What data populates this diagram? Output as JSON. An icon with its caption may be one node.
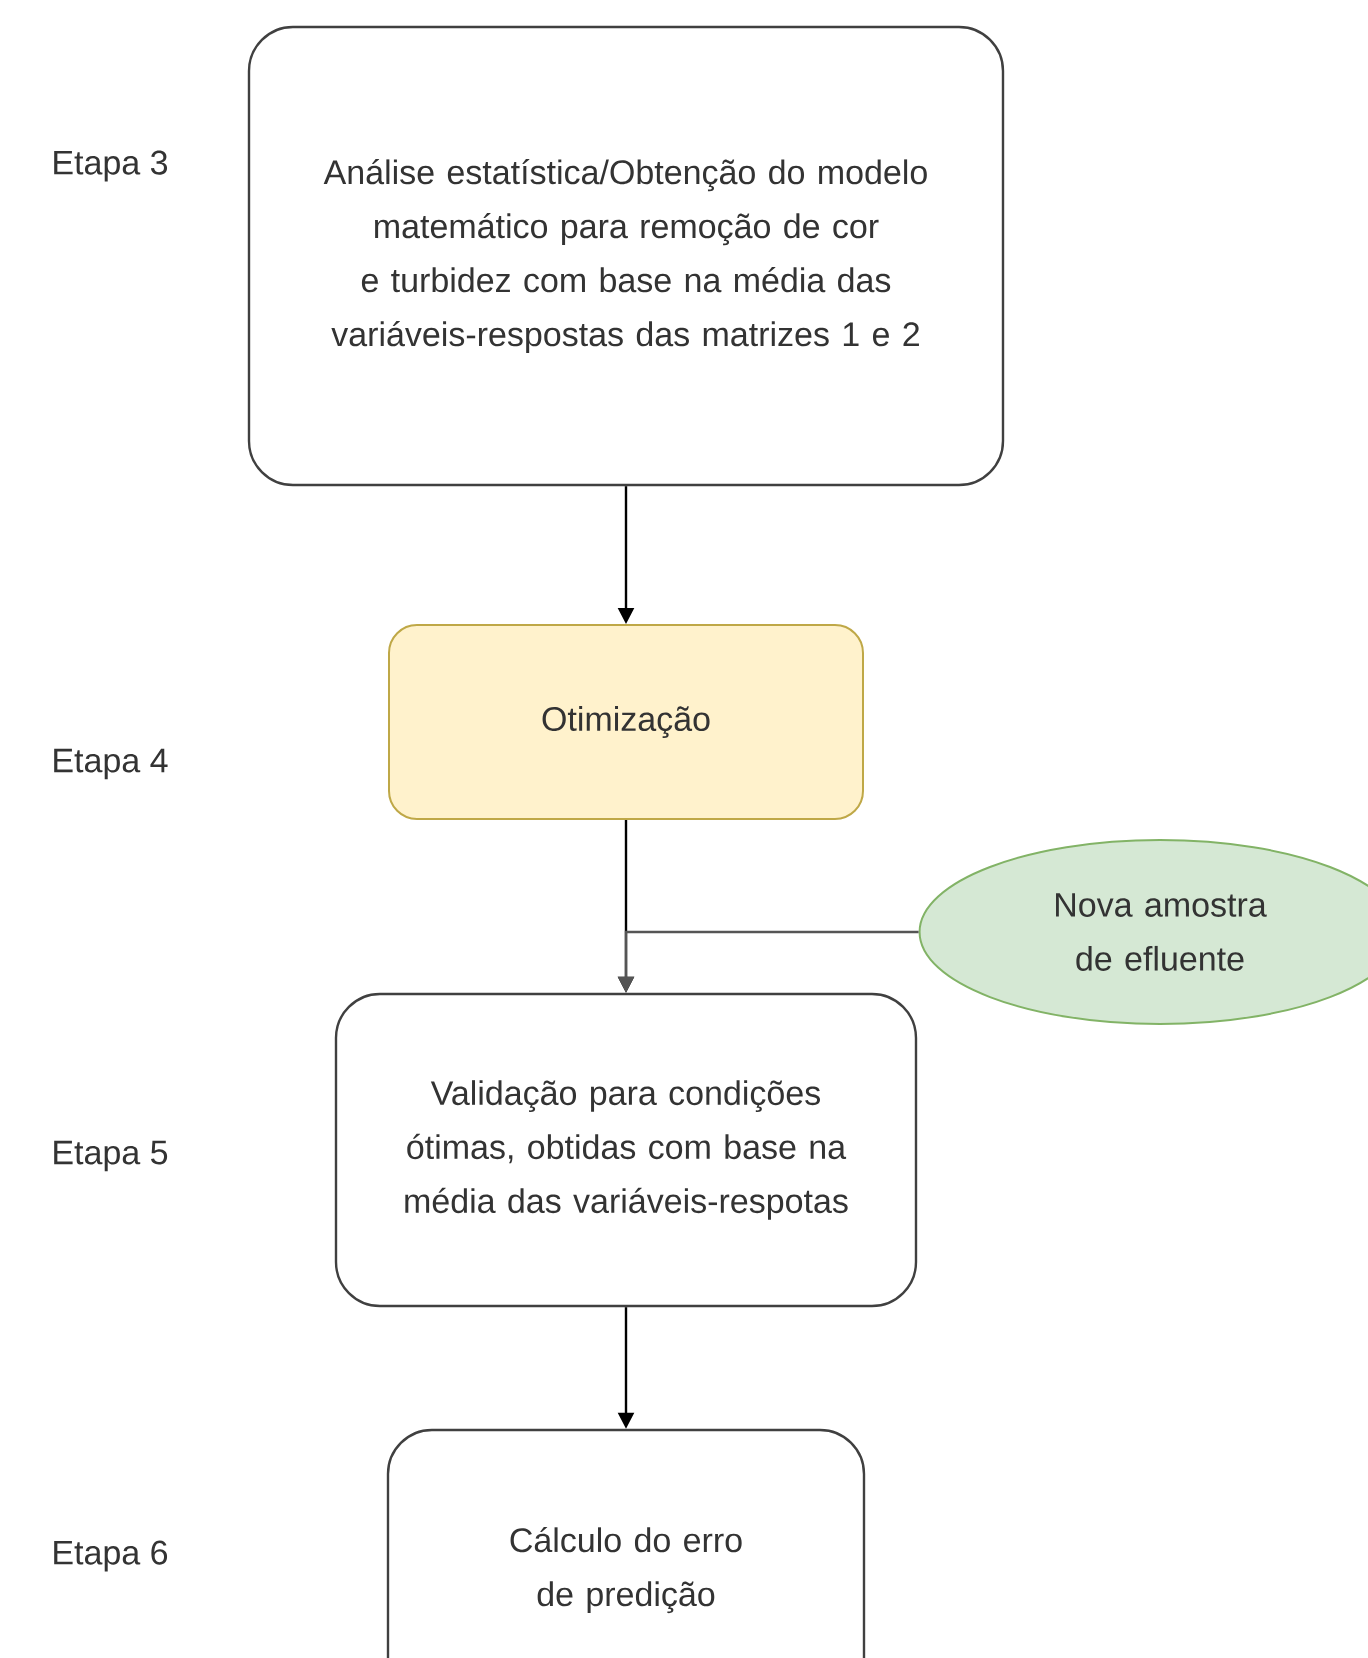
{
  "diagram": {
    "nodes": [
      {
        "text": [
          "Análise estatística/Obtenção do modelo matemático para remoção de cor e turbidez com base na média das variáveis-respostas das matrizes 1 e 2"
        ]
      },
      {
        "text": [
          "Otimização"
        ]
      },
      {
        "text": [
          "Nova amostra de efluente"
        ]
      },
      {
        "text": [
          "Validação para condições ótimas, obtidas com base na média das variáveis-respotas"
        ]
      },
      {
        "text": [
          "Cálculo do erro de predição"
        ]
      }
    ],
    "edges": [
      {
        "from": 0,
        "to": 1,
        "arrow": "to"
      },
      {
        "from": 1,
        "to": 3,
        "arrow": "to"
      },
      {
        "from": 2,
        "to": 3,
        "arrow": "to",
        "color": "#555555"
      },
      {
        "from": 3,
        "to": 4,
        "arrow": "to"
      }
    ],
    "labels": [
      "Etapa 3",
      "Etapa 4",
      "Etapa 5",
      "Etapa 6"
    ]
  }
}
